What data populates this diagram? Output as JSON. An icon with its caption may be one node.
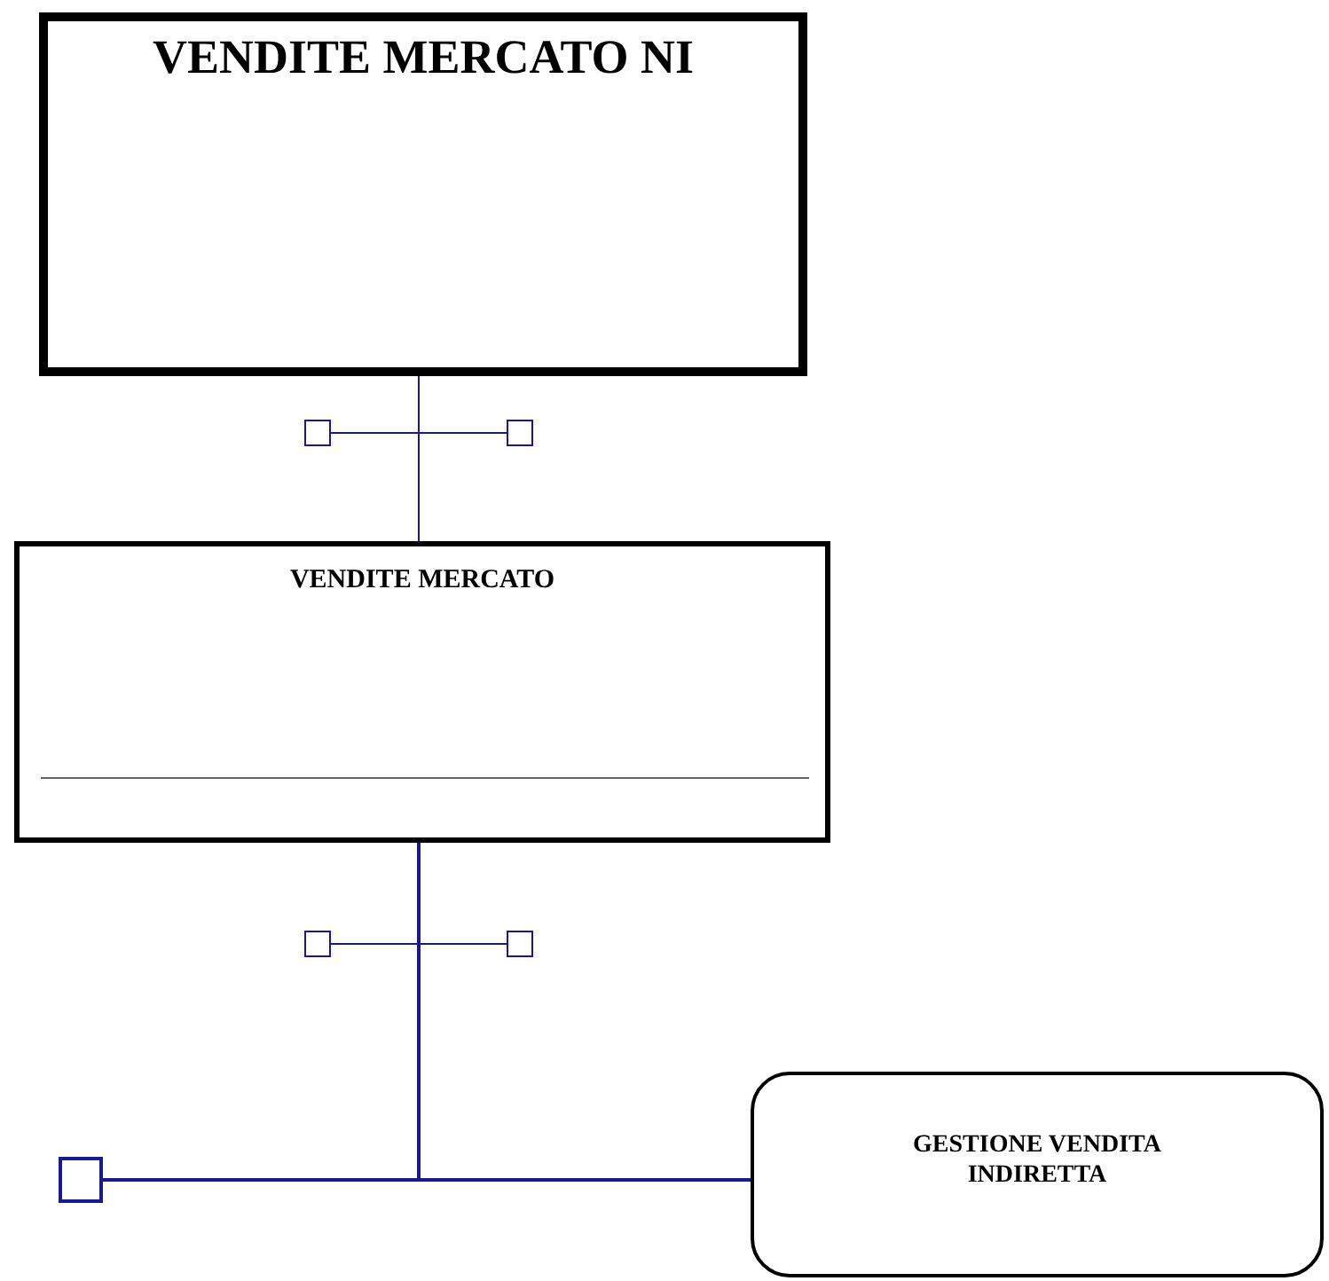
{
  "diagram": {
    "nodes": [
      {
        "text": [
          "VENDITE MERCATO NI"
        ]
      },
      {
        "text": [
          "VENDITE MERCATO"
        ]
      },
      {
        "text": [
          "GESTIONE VENDITA INDIRETTA"
        ]
      },
      {
        "text": [],
        "shape": "box"
      }
    ],
    "edges": [
      {
        "from": 0,
        "to": 1,
        "arrow": "none"
      },
      {
        "from": 1,
        "to": 2,
        "arrow": "none"
      },
      {
        "from": 1,
        "to": 3,
        "arrow": "none"
      }
    ]
  }
}
